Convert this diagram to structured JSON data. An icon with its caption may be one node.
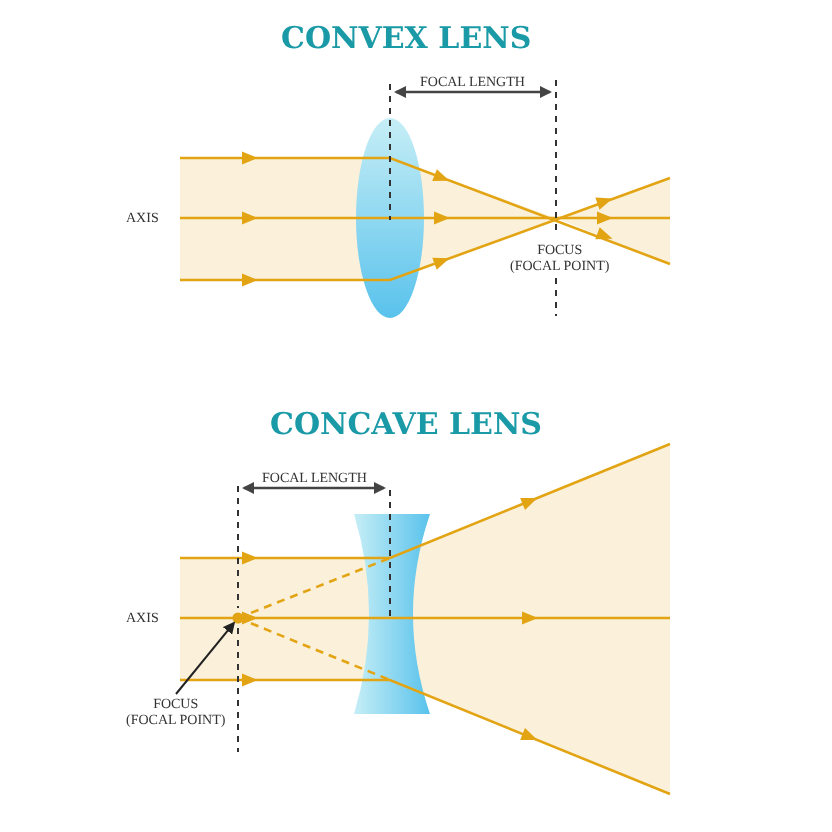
{
  "diagram": {
    "nodes": [
      {
        "text": [
          "FOCUS (FOCAL POINT)"
        ]
      },
      {
        "text": [],
        "shape": "circle"
      }
    ],
    "edges": [
      {
        "from": 0,
        "to": 1,
        "arrow": "to"
      }
    ],
    "labels": [
      "CONVEX LENS",
      "FOCAL LENGTH",
      "AXIS",
      "FOCUS (FOCAL POINT)",
      "CONCAVE LENS",
      "FOCAL LENGTH",
      "AXIS"
    ]
  }
}
